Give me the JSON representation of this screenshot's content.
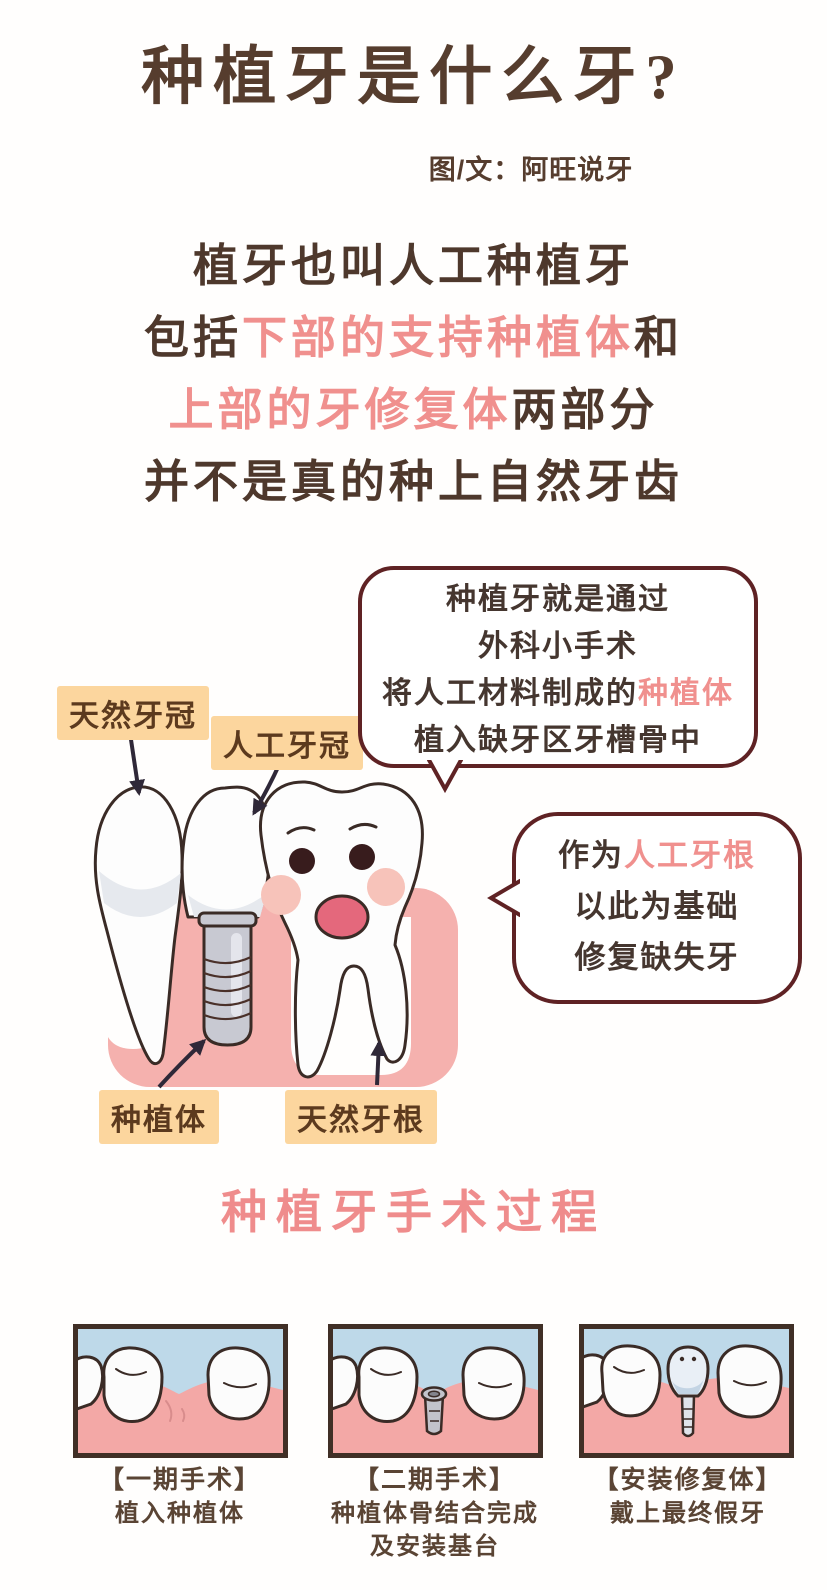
{
  "header": {
    "title": "种植牙是什么牙?",
    "byline": "图/文：阿旺说牙"
  },
  "intro": {
    "line1": "植牙也叫人工种植牙",
    "line2_pre": "包括",
    "line2_hl": "下部的支持种植体",
    "line2_post": "和",
    "line3_hl": "上部的牙修复体",
    "line3_post": "两部分",
    "line4": "并不是真的种上自然牙齿"
  },
  "diagram": {
    "bubble1": {
      "line1": "种植牙就是通过",
      "line2": "外科小手术",
      "line3_pre": "将人工材料制成的",
      "line3_hl": "种植体",
      "line4": "植入缺牙区牙槽骨中"
    },
    "bubble2": {
      "line1_pre": "作为",
      "line1_hl": "人工牙根",
      "line2": "以此为基础",
      "line3": "修复缺失牙"
    },
    "labels": {
      "natural_crown": "天然牙冠",
      "artificial_crown": "人工牙冠",
      "implant": "种植体",
      "natural_root": "天然牙根"
    },
    "icons": {
      "natural_tooth": "natural-tooth-illustration",
      "implant_tooth": "implant-screw-illustration",
      "molar_character": "smiling-molar-illustration"
    }
  },
  "process": {
    "heading": "种植牙手术过程",
    "steps": [
      {
        "title": "【一期手术】",
        "lines": [
          "植入种植体"
        ]
      },
      {
        "title": "【二期手术】",
        "lines": [
          "种植体骨结合完成",
          "及安装基台"
        ]
      },
      {
        "title": "【安装修复体】",
        "lines": [
          "戴上最终假牙"
        ]
      }
    ]
  },
  "colors": {
    "title_brown": "#563d2e",
    "body_brown": "#4e382c",
    "accent_pink": "#f0908e",
    "heading_pink": "#ef8c8c",
    "bubble_border": "#5f2224",
    "bubble_text": "#45362f",
    "label_bg": "#fcd69e",
    "label_text": "#5c3a1e",
    "gum_pink": "#f5b1ae",
    "panel_gum_pink": "#f3a8a6",
    "sky_blue": "#bed9e9",
    "panel_border": "#402f26",
    "arrow_dark": "#2f2838",
    "implant_gray": "#c8c9d2",
    "cheek_pink": "#f7c3ba",
    "mouth_pink": "#e4687c"
  }
}
